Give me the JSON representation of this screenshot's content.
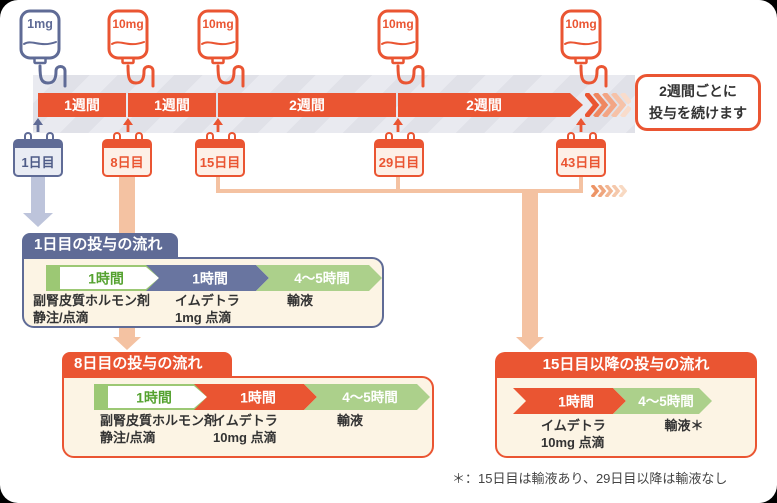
{
  "colors": {
    "orange": "#EA5532",
    "slate": "#5F6B96",
    "light_orange": "#F4C2A2",
    "green_strip": "#9CC874",
    "green_light": "#ACD08B",
    "green_text": "#55A230",
    "cream": "#FCF4E4"
  },
  "iv_bags": [
    {
      "dose": "1mg",
      "color_role": "slate"
    },
    {
      "dose": "10mg",
      "color_role": "orange"
    },
    {
      "dose": "10mg",
      "color_role": "orange"
    },
    {
      "dose": "10mg",
      "color_role": "orange"
    },
    {
      "dose": "10mg",
      "color_role": "orange"
    }
  ],
  "timeline": {
    "segments": [
      "1週間",
      "1週間",
      "2週間",
      "2週間"
    ]
  },
  "continue_box": {
    "line1": "2週間ごとに",
    "line2": "投与を続けます"
  },
  "calendars": [
    {
      "label": "1日目"
    },
    {
      "label": "8日目"
    },
    {
      "label": "15日目"
    },
    {
      "label": "29日目"
    },
    {
      "label": "43日目"
    }
  ],
  "flows": [
    {
      "title": "1日目の投与の流れ",
      "steps": [
        {
          "duration": "1時間",
          "line1": "副腎皮質ホルモン剤",
          "line2": "静注/点滴"
        },
        {
          "duration": "1時間",
          "line1": "イムデトラ",
          "line2": "1mg 点滴"
        },
        {
          "duration": "4〜5時間",
          "line1": "輸液",
          "line2": ""
        }
      ]
    },
    {
      "title": "8日目の投与の流れ",
      "steps": [
        {
          "duration": "1時間",
          "line1": "副腎皮質ホルモン剤",
          "line2": "静注/点滴"
        },
        {
          "duration": "1時間",
          "line1": "イムデトラ",
          "line2": "10mg 点滴"
        },
        {
          "duration": "4〜5時間",
          "line1": "輸液",
          "line2": ""
        }
      ]
    },
    {
      "title": "15日目以降の投与の流れ",
      "steps": [
        {
          "duration": "1時間",
          "line1": "イムデトラ",
          "line2": "10mg 点滴"
        },
        {
          "duration": "4〜5時間",
          "line1": "輸液＊",
          "line2": ""
        }
      ]
    }
  ],
  "footnote": "＊：15日目は輸液あり、29日目以降は輸液なし"
}
